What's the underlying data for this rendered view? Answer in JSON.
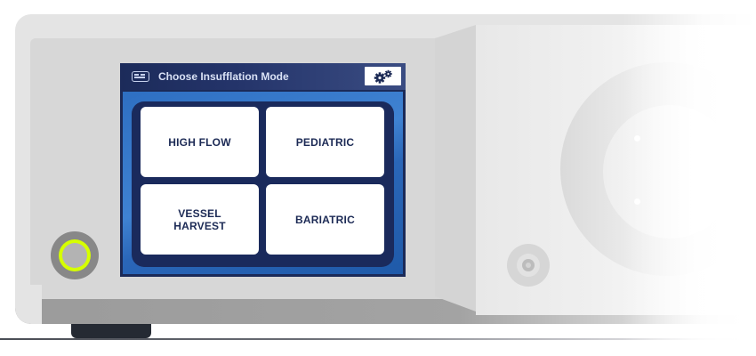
{
  "screen": {
    "title": "Choose Insufflation Mode",
    "title_icon": "layout-grid-icon",
    "settings_icon": "gears-icon"
  },
  "modes": [
    {
      "label": "HIGH FLOW"
    },
    {
      "label": "PEDIATRIC"
    },
    {
      "label": "VESSEL\nHARVEST"
    },
    {
      "label": "BARIATRIC"
    }
  ],
  "device": {
    "power_button_led_color": "#d6ff00",
    "screen_header_color": "#1c2b5a",
    "screen_accent_color": "#2e6fc2",
    "tile_text_color": "#1c2a55"
  }
}
